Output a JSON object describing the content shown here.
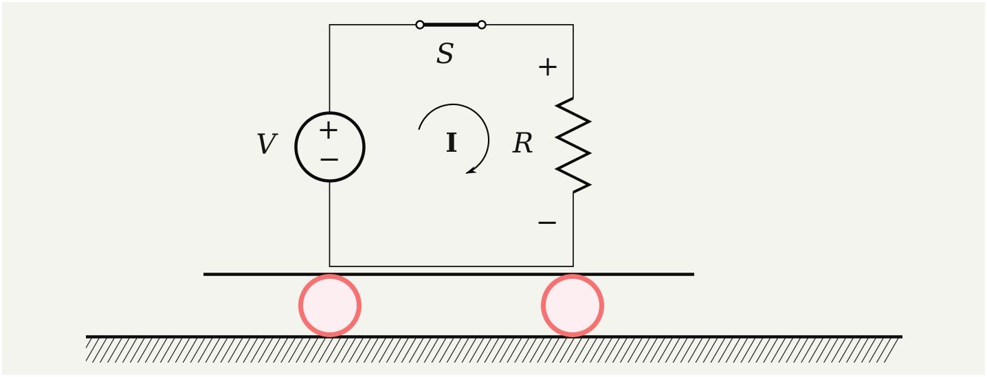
{
  "figure": {
    "description": "Closed electric circuit (voltage source V, closed switch S, resistor R, clockwise current I) mounted on a wheeled cart resting on hatched ground",
    "labels": {
      "voltage_source": "V",
      "switch": "S",
      "resistor": "R",
      "current": "I"
    },
    "signs": {
      "source_plus": "+",
      "source_minus": "−",
      "resistor_plus": "+",
      "resistor_minus": "−"
    },
    "switch_state": "closed",
    "current_direction": "clockwise",
    "wheel_count": 2,
    "colors": {
      "background": "#f4f4ee",
      "line": "#0b0b0b",
      "label_text": "#141414",
      "wheel_stroke": "#f87171",
      "wheel_fill": "#fdeff1"
    }
  }
}
